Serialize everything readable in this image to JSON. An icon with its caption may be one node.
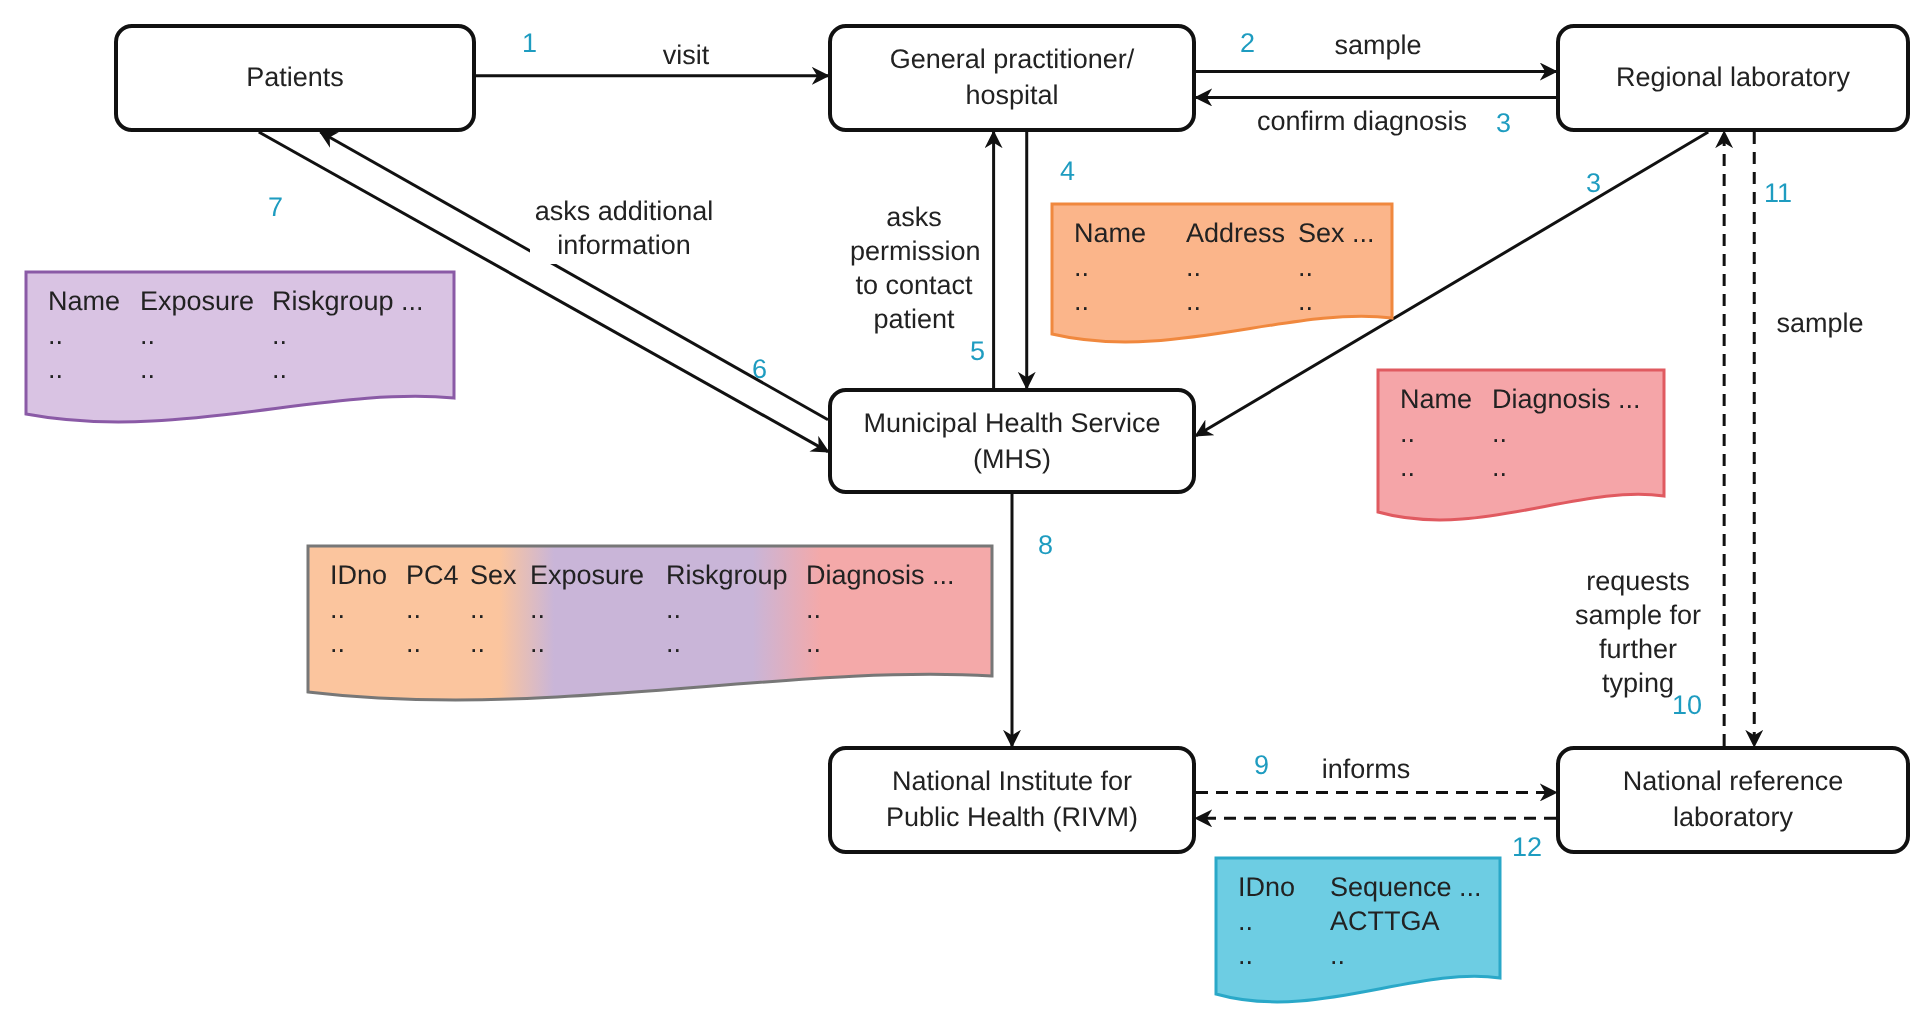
{
  "diagram": {
    "nodes": [
      {
        "text": [
          "Patients"
        ]
      },
      {
        "text": [
          "General practitioner/ hospital"
        ]
      },
      {
        "text": [
          "Regional laboratory"
        ]
      },
      {
        "text": [
          "Municipal Health Service (MHS)"
        ]
      },
      {
        "text": [
          "National Institute for Public Health (RIVM)"
        ]
      },
      {
        "text": [
          "National reference laboratory"
        ]
      },
      {
        "text": [
          "Name",
          "Address",
          "Sex ...",
          "..",
          "..",
          "..",
          "..",
          "..",
          ".."
        ]
      },
      {
        "text": [
          "Name",
          "Exposure",
          "Riskgroup ...",
          "..",
          "..",
          "..",
          "..",
          "..",
          ".."
        ]
      },
      {
        "text": [
          "Name",
          "Diagnosis ...",
          "..",
          "..",
          "..",
          ".."
        ]
      },
      {
        "text": [
          "IDno",
          "PC4",
          "Sex",
          "Exposure",
          "Riskgroup",
          "Diagnosis ...",
          "..",
          "..",
          "..",
          "..",
          "..",
          "..",
          "..",
          "..",
          "..",
          "..",
          "..",
          ".."
        ]
      },
      {
        "text": [
          "IDno",
          "Sequence ...",
          "..",
          "ACTTGA",
          "..",
          ".."
        ]
      }
    ],
    "edges": [
      {
        "from": 0,
        "to": 1,
        "arrow": "to",
        "label": "visit"
      },
      {
        "from": 1,
        "to": 2,
        "arrow": "to",
        "label": "sample"
      },
      {
        "from": 2,
        "to": 1,
        "arrow": "to",
        "label": "confirm diagnosis"
      },
      {
        "from": 1,
        "to": 3,
        "arrow": "to"
      },
      {
        "from": 3,
        "to": 1,
        "arrow": "to",
        "label": "asks permission to contact patient"
      },
      {
        "from": 2,
        "to": 3,
        "arrow": "to"
      },
      {
        "from": 3,
        "to": 0,
        "arrow": "to",
        "label": "asks additional information"
      },
      {
        "from": 0,
        "to": 3,
        "arrow": "to"
      },
      {
        "from": 3,
        "to": 4,
        "arrow": "to"
      },
      {
        "from": 4,
        "to": 5,
        "arrow": "to",
        "label": "informs",
        "style": "dashed"
      },
      {
        "from": 5,
        "to": 4,
        "arrow": "to",
        "style": "dashed"
      },
      {
        "from": 5,
        "to": 2,
        "arrow": "to",
        "label": "requests sample for further typing",
        "style": "dashed"
      },
      {
        "from": 2,
        "to": 5,
        "arrow": "to",
        "label": "sample",
        "style": "dashed"
      }
    ],
    "labels": [
      "1",
      "2",
      "3",
      "4",
      "3",
      "11",
      "7",
      "6",
      "5",
      "8",
      "10",
      "9",
      "12"
    ]
  }
}
